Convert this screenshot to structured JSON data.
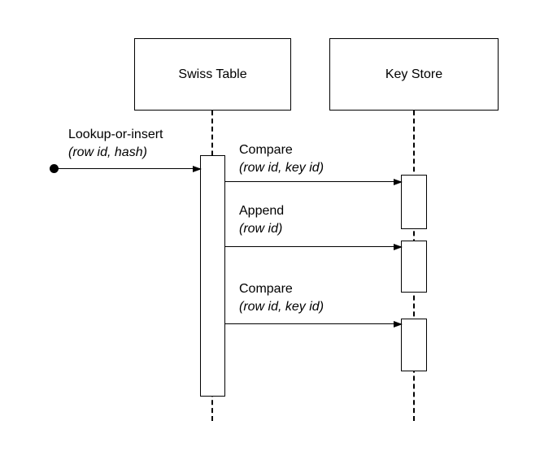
{
  "diagram": {
    "type": "uml-sequence-diagram",
    "colors": {
      "line": "#000000",
      "fill": "#ffffff",
      "background": "#ffffff"
    },
    "actors": [
      {
        "name": "Swiss Table"
      },
      {
        "name": "Key Store"
      }
    ],
    "start_node": {
      "shape": "filled-circle"
    },
    "messages": [
      {
        "from": "start",
        "to": "Swiss Table",
        "label": "Lookup-or-insert",
        "args": "(row id, hash)"
      },
      {
        "from": "Swiss Table",
        "to": "Key Store",
        "label": "Compare",
        "args": "(row id, key id)"
      },
      {
        "from": "Swiss Table",
        "to": "Key Store",
        "label": "Append",
        "args": "(row id)"
      },
      {
        "from": "Swiss Table",
        "to": "Key Store",
        "label": "Compare",
        "args": "(row id, key id)"
      }
    ]
  }
}
